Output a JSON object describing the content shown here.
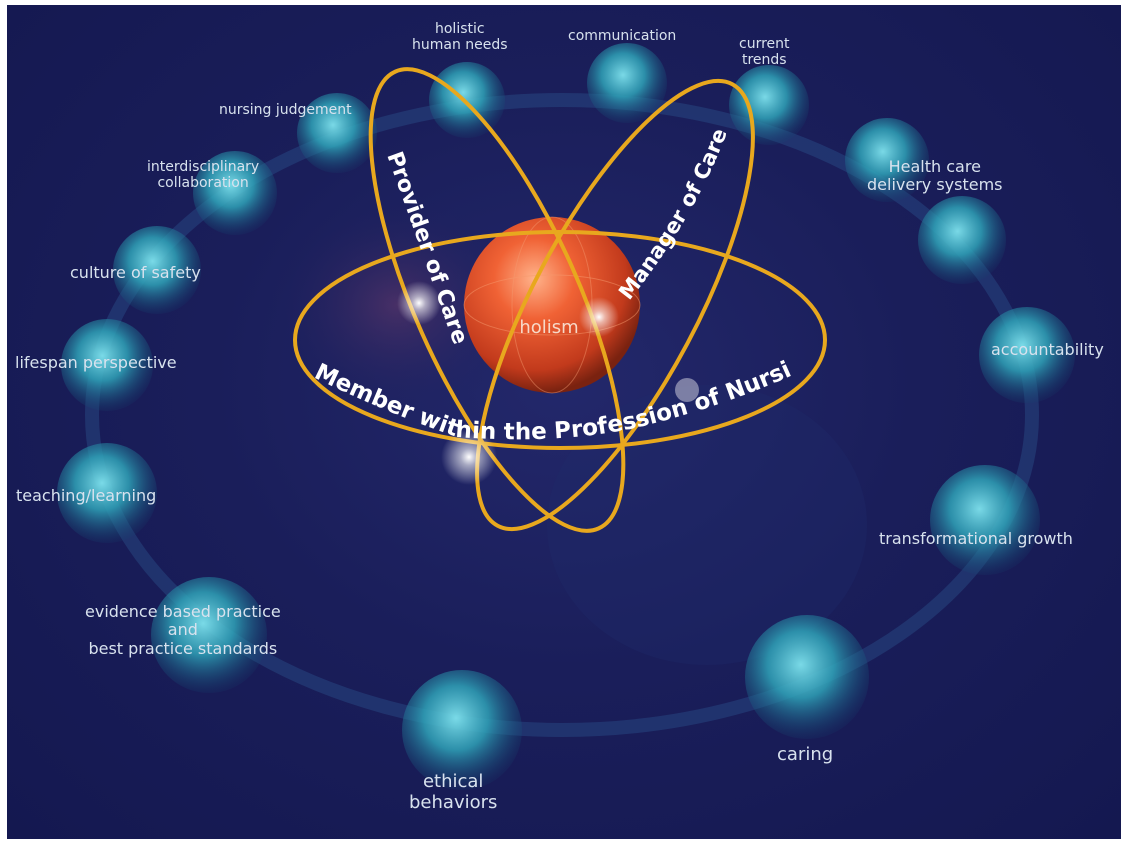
{
  "center": {
    "label": "holism"
  },
  "roles": {
    "provider": "Provider of Care",
    "manager": "Manager of Care",
    "member": "Member within the Profession of Nursing"
  },
  "concepts": {
    "holistic_human_needs": [
      "holistic",
      "human needs"
    ],
    "communication": "communication",
    "current_trends": [
      "current",
      "trends"
    ],
    "nursing_judgement": "nursing judgement",
    "interdisciplinary_collaboration": [
      "interdisciplinary",
      "collaboration"
    ],
    "health_care_delivery_systems": [
      "Health care",
      "delivery systems"
    ],
    "culture_of_safety": "culture of safety",
    "accountability": "accountability",
    "lifespan_perspective": "lifespan perspective",
    "teaching_learning": "teaching/learning",
    "transformational_growth": "transformational growth",
    "evidence_based_practice": [
      "evidence based practice",
      "and",
      "best practice standards"
    ],
    "caring": "caring",
    "ethical_behaviors": [
      "ethical",
      "behaviors"
    ]
  },
  "colors": {
    "background": "#1a1e5a",
    "orbit_gold": "#e8a81e",
    "nucleus": "#e0502a",
    "orb_teal": "#3fb7c9",
    "label_text": "#d8e2ee"
  }
}
